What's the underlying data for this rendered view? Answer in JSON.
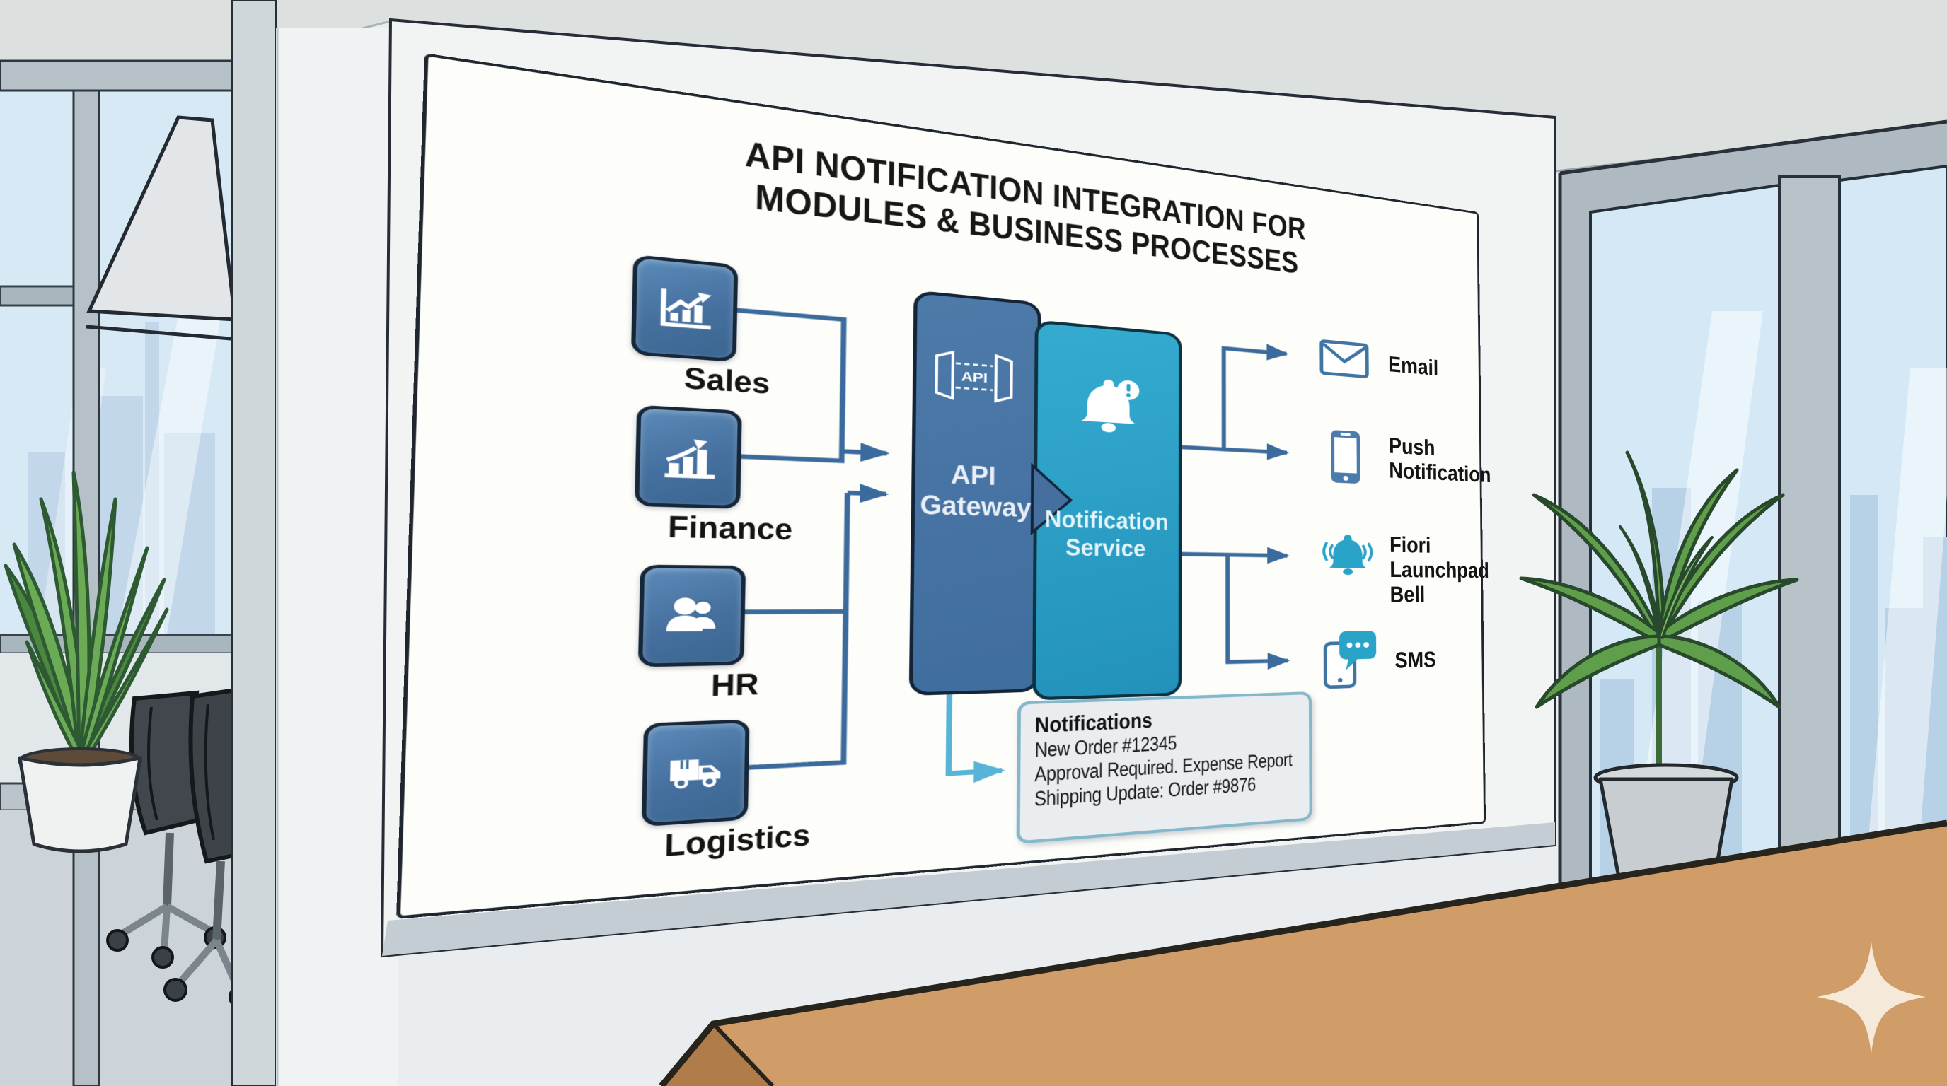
{
  "scene": {
    "description": "Office meeting room illustration with a whiteboard poster showing an API notification integration diagram",
    "watermark_icon": "four-point-star"
  },
  "board": {
    "title_line1": "API NOTIFICATION INTEGRATION FOR",
    "title_line2": "MODULES & BUSINESS PROCESSES",
    "modules": [
      {
        "id": "sales",
        "label": "Sales",
        "icon": "sales-bar-chart-icon"
      },
      {
        "id": "finance",
        "label": "Finance",
        "icon": "finance-growth-chart-icon"
      },
      {
        "id": "hr",
        "label": "HR",
        "icon": "people-icon"
      },
      {
        "id": "logistics",
        "label": "Logistics",
        "icon": "delivery-truck-icon"
      }
    ],
    "gateway": {
      "icon_label": "API",
      "label_line1": "API",
      "label_line2": "Gateway"
    },
    "service": {
      "label_line1": "Notification",
      "label_line2": "Service"
    },
    "channels": [
      {
        "id": "email",
        "label": "Email",
        "icon": "email-envelope-icon"
      },
      {
        "id": "push",
        "label": "Push Notification",
        "icon": "smartphone-icon"
      },
      {
        "id": "fiori",
        "label": "Fiori Launchpad Bell",
        "icon": "ringing-bell-icon"
      },
      {
        "id": "sms",
        "label": "SMS",
        "icon": "chat-bubble-phone-icon"
      }
    ],
    "notifications_panel": {
      "title": "Notifications",
      "items": [
        "New Order #12345",
        "Approval Required. Expense Report",
        "Shipping Update: Order #9876"
      ]
    }
  },
  "colors": {
    "module_tile": "#4a77a6",
    "gateway_block": "#46709f",
    "service_block": "#2ba4c9",
    "connector": "#3a6b9c",
    "notification_arrow": "#58b4d6",
    "channel_accent": "#29a3c8",
    "table": "#d09c68",
    "board": "#fdfdfa"
  }
}
